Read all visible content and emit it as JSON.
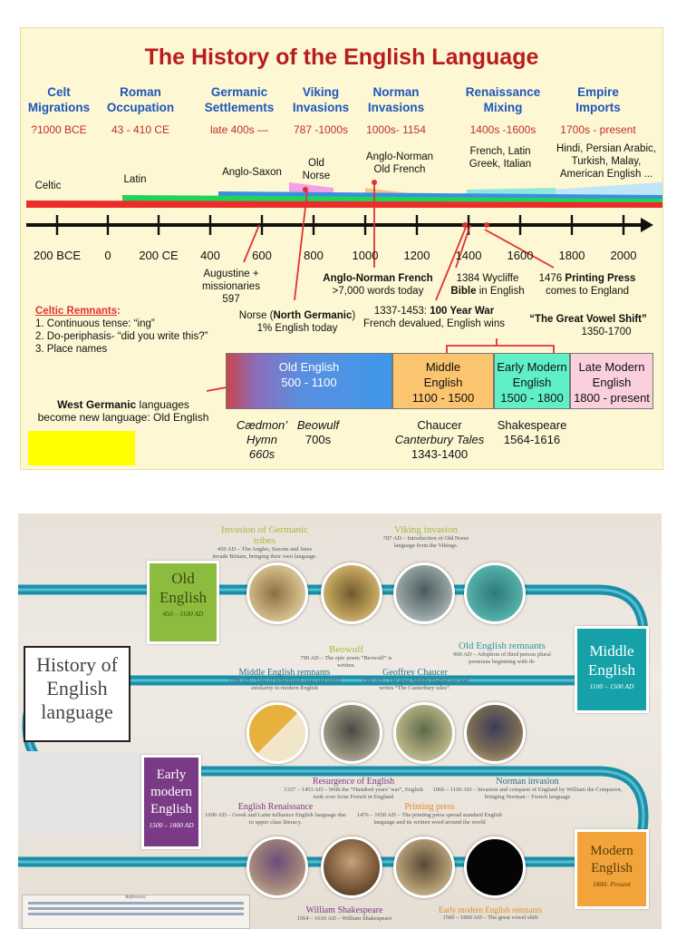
{
  "slide1": {
    "title": "The History of the English Language",
    "eras": [
      {
        "name": "Celt Migrations",
        "date": "?1000 BCE"
      },
      {
        "name": "Roman Occupation",
        "date": "43 - 410 CE"
      },
      {
        "name": "Germanic Settlements",
        "date": "late 400s —"
      },
      {
        "name": "Viking Invasions",
        "date": "787 -1000s"
      },
      {
        "name": "Norman Invasions",
        "date": "1000s- 1154"
      },
      {
        "name": "Renaissance Mixing",
        "date": "1400s -1600s"
      },
      {
        "name": "Empire Imports",
        "date": "1700s - present"
      }
    ],
    "languages": {
      "celtic": "Celtic",
      "latin": "Latin",
      "anglo_saxon": "Anglo-Saxon",
      "old_norse": "Old Norse",
      "anglo_norman": "Anglo-Norman Old French",
      "renaissance": "French, Latin Greek, Italian",
      "empire": "Hindi, Persian Arabic, Turkish, Malay, American English ..."
    },
    "ticks": [
      "200 BCE",
      "0",
      "200 CE",
      "400",
      "600",
      "800",
      "1000",
      "1200",
      "1400",
      "1600",
      "1800",
      "2000"
    ],
    "events": {
      "augustine": "Augustine + missionaries 597",
      "norse_pre": "Norse (",
      "norse_bold": "North Germanic",
      "norse_post": ")",
      "norse_line2": "1% English today",
      "anglo_norman_bold": "Anglo-Norman French",
      "anglo_norman_line2": ">7,000 words today",
      "hundred_pre": "1337-1453: ",
      "hundred_bold": "100 Year War",
      "hundred_line2": "French devalued, English wins",
      "wycliffe_line1": "1384 Wycliffe",
      "wycliffe_bold": "Bible",
      "wycliffe_post": " in English",
      "press_pre": "1476 ",
      "press_bold": "Printing Press",
      "press_line2": "comes to England",
      "gvs_title": "“The Great Vowel Shift”",
      "gvs_date": "1350-1700"
    },
    "celtic_remnants": {
      "heading": "Celtic Remnants",
      "items": [
        "1. Continuous tense: “ing”",
        "2. Do-periphasis- “did you write this?”",
        "3. Place names"
      ]
    },
    "west_germanic": {
      "bold": "West Germanic",
      "rest": " languages",
      "line2": "become new language: Old English"
    },
    "periods": [
      {
        "name": "Old English",
        "dates": "500 - 1100"
      },
      {
        "name": "Middle English",
        "dates": "1100 - 1500"
      },
      {
        "name": "Early Modern English",
        "dates": "1500 - 1800"
      },
      {
        "name": "Late Modern English",
        "dates": "1800 - present"
      }
    ],
    "works": {
      "caedmon": "Cædmon’ Hymn 660s",
      "beowulf_title": "Beowulf",
      "beowulf_date": "700s",
      "chaucer_name": "Chaucer",
      "chaucer_title": "Canterbury Tales",
      "chaucer_date": "1343-1400",
      "shakespeare_name": "Shakespeare",
      "shakespeare_date": "1564-1616"
    },
    "colors": {
      "celtic": "#ee2b2b",
      "latin": "#22d35a",
      "anglo_saxon": "#3a8fe0",
      "old_norse": "#f3a0e6",
      "anglo_norman": "#f6c58a",
      "renaissance": "#8ee8e0",
      "empire": "#bfe6f7"
    }
  },
  "slide2": {
    "title": "History of English language",
    "eras": [
      {
        "name": "Old English",
        "dates": "450 – 1100 AD"
      },
      {
        "name": "Middle English",
        "dates": "1100 – 1500 AD"
      },
      {
        "name": "Early modern English",
        "dates": "1500 – 1800 AD"
      },
      {
        "name": "Modern English",
        "dates": "1800- Present"
      }
    ],
    "events": [
      {
        "title": "Invasion of Germanic tribes",
        "text": "450 AD – The Angles, Saxons and Jutes invade Britain, bringing their own language."
      },
      {
        "title": "Viking invasion",
        "text": "787 AD – Introduction of Old Norse language from the Vikings."
      },
      {
        "title": "Beowulf",
        "text": "790 AD – The epic poem “Beowulf” is written."
      },
      {
        "title": "Old English remnants",
        "text": "900 AD – Adoption of third person plural pronouns beginning with th-"
      },
      {
        "title": "Middle English remnants",
        "text": "1300 AD – Loss of inflectional cases and initial similarity to modern English"
      },
      {
        "title": "Geoffrey Chaucer",
        "text": "1380 AD – The great Middle English era poet writes “The Canterbury tales”."
      },
      {
        "title": "Resurgence of English",
        "text": "1337 – 1453 AD – With the “Hundred years’ war”, English took over from French in England"
      },
      {
        "title": "Norman invasion",
        "text": "1066 – 1100 AD – Invasion and conquest of England by William the Conqueror, bringing Norman – French language"
      },
      {
        "title": "English Renaissance",
        "text": "1600 AD – Greek and Latin influence English language due to upper class literacy."
      },
      {
        "title": "Printing press",
        "text": "1476 – 1650 AD – The printing press spread standard English language and its written word around the world"
      },
      {
        "title": "William Shakespeare",
        "text": "1564 – 1616 AD – William Shakespeare"
      },
      {
        "title": "Early modern English remnants",
        "text": "1500 – 1800 AD – The great vowel shift"
      }
    ],
    "references_title": "References:"
  }
}
